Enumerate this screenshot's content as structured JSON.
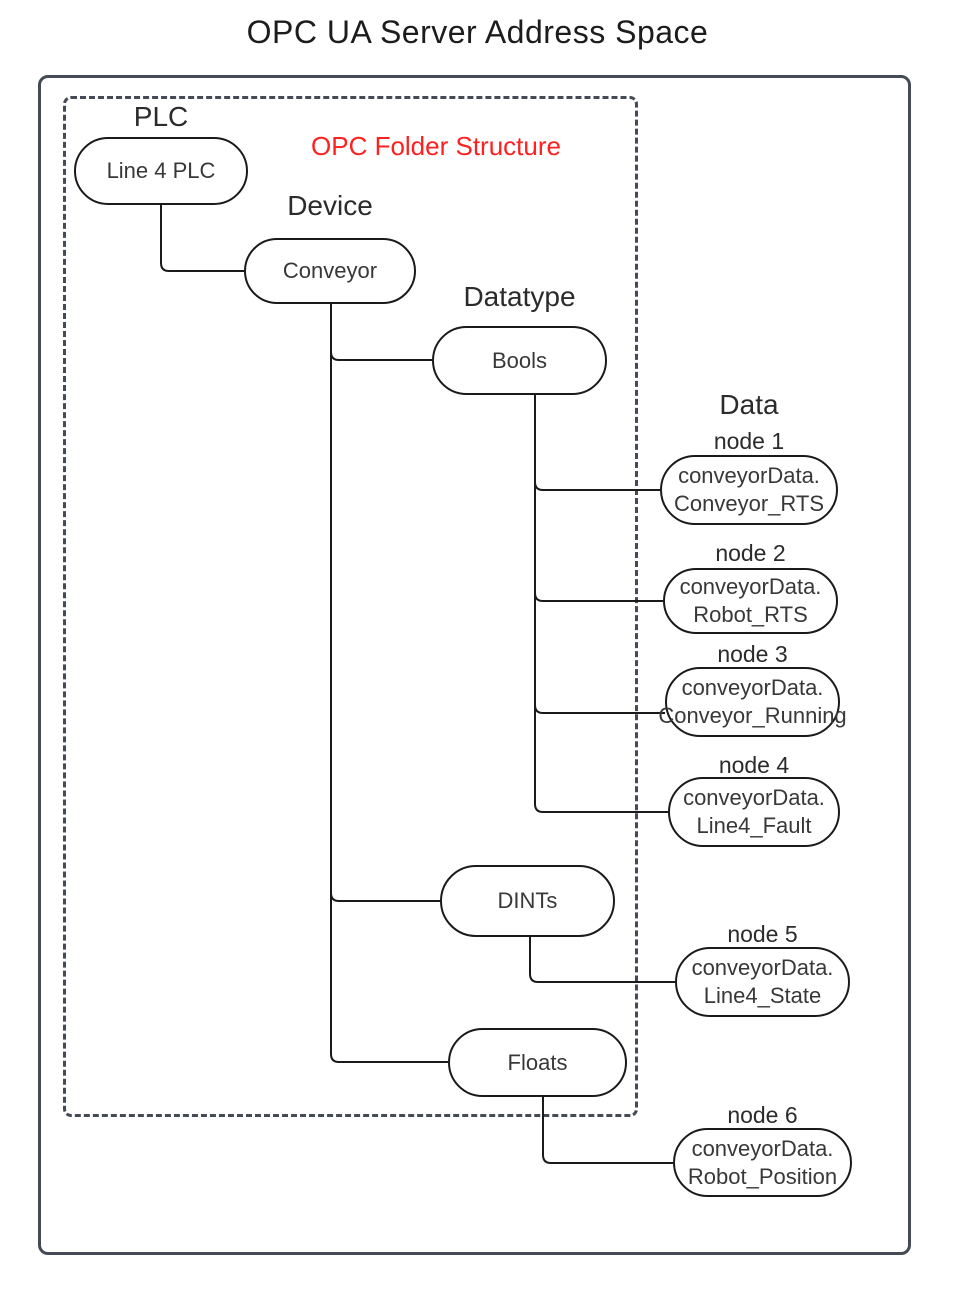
{
  "title": "OPC UA Server Address Space",
  "captions": {
    "folder_structure": "OPC Folder Structure"
  },
  "level_labels": {
    "plc": "PLC",
    "device": "Device",
    "datatype": "Datatype",
    "data": "Data"
  },
  "folder_nodes": {
    "plc": "Line 4 PLC",
    "device": "Conveyor",
    "bools": "Bools",
    "dints": "DINTs",
    "floats": "Floats"
  },
  "data_nodes": [
    {
      "label": "node 1",
      "line1": "conveyorData.",
      "line2": "Conveyor_RTS"
    },
    {
      "label": "node 2",
      "line1": "conveyorData.",
      "line2": "Robot_RTS"
    },
    {
      "label": "node 3",
      "line1": "conveyorData.",
      "line2": "Conveyor_Running"
    },
    {
      "label": "node 4",
      "line1": "conveyorData.",
      "line2": "Line4_Fault"
    },
    {
      "label": "node 5",
      "line1": "conveyorData.",
      "line2": "Line4_State"
    },
    {
      "label": "node 6",
      "line1": "conveyorData.",
      "line2": "Robot_Position"
    }
  ],
  "colors": {
    "caption_red": "#ff2020",
    "line": "#1a1a1a",
    "frame": "#454b54"
  }
}
